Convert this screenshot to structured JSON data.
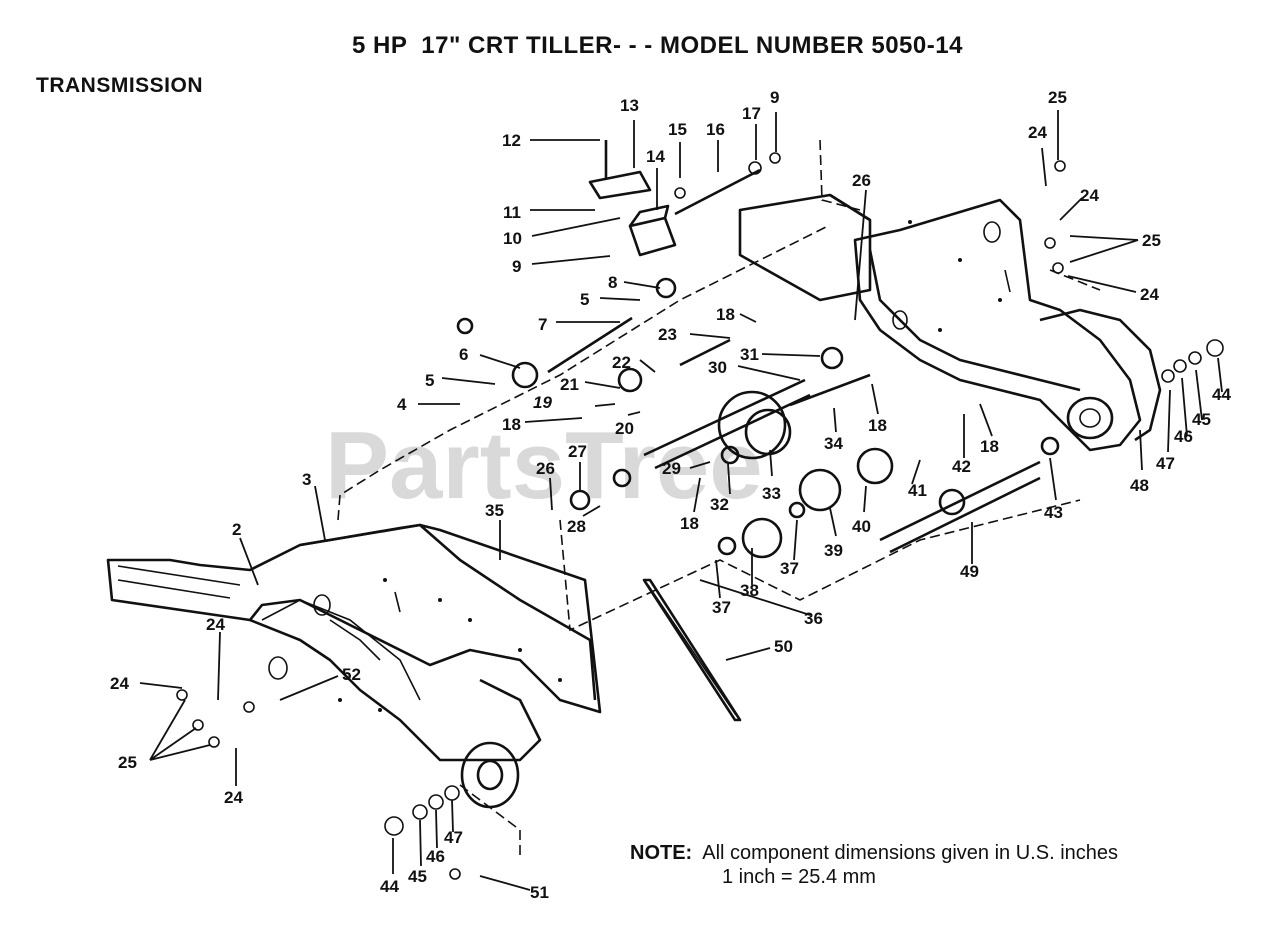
{
  "title": "5 HP  17\" CRT TILLER- - - MODEL NUMBER 5050-14",
  "section": "TRANSMISSION",
  "watermark": "PartsTree",
  "note": {
    "prefix": "NOTE:",
    "text": "  All component dimensions given in U.S. inches",
    "conversion": "1 inch = 25.4 mm"
  },
  "callouts": [
    "12",
    "13",
    "15",
    "16",
    "17",
    "9",
    "14",
    "11",
    "10",
    "9",
    "8",
    "5",
    "7",
    "6",
    "5",
    "4",
    "18",
    "23",
    "22",
    "21",
    "19",
    "18",
    "20",
    "30",
    "31",
    "26",
    "18",
    "34",
    "33",
    "29",
    "18",
    "32",
    "27",
    "26",
    "28",
    "35",
    "3",
    "2",
    "24",
    "24",
    "52",
    "25",
    "24",
    "44",
    "45",
    "46",
    "47",
    "51",
    "37",
    "38",
    "36",
    "50",
    "39",
    "37",
    "40",
    "41",
    "42",
    "18",
    "43",
    "49",
    "48",
    "47",
    "46",
    "45",
    "44",
    "25",
    "24",
    "24",
    "25",
    "24"
  ]
}
